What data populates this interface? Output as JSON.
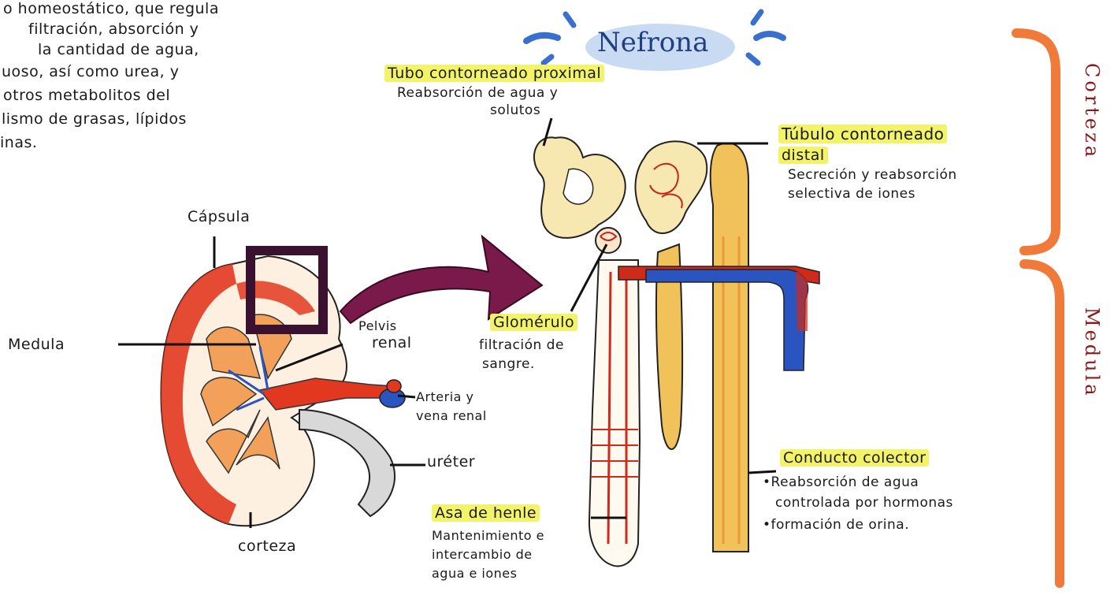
{
  "intro_text": {
    "line1": "o homeostático, que regula",
    "line2": "filtración, absorción y",
    "line3": "la cantidad de agua,",
    "line4": "uoso, así como urea, y",
    "line5": "otros metabolitos del",
    "line6": "lismo de grasas, lípidos",
    "line7": "inas."
  },
  "title": "Nefrona",
  "kidney": {
    "capsula": "Cápsula",
    "medula": "Medula",
    "pelvis_1": "Pelvis",
    "pelvis_2": "renal",
    "arteria_1": "Arteria y",
    "arteria_2": "vena renal",
    "ureter": "uréter",
    "corteza": "corteza"
  },
  "nephron": {
    "proximal_title": "Tubo contorneado proximal",
    "proximal_desc_1": "Reabsorción de agua y",
    "proximal_desc_2": "solutos",
    "distal_title_1": "Túbulo contorneado",
    "distal_title_2": "distal",
    "distal_desc_1": "Secreción y reabsorción",
    "distal_desc_2": "selectiva de iones",
    "glomerulo_title": "Glomérulo",
    "glomerulo_desc_1": "filtración de",
    "glomerulo_desc_2": "sangre.",
    "colector_title": "Conducto colector",
    "colector_desc_1": "•Reabsorción de agua",
    "colector_desc_2": "controlada por hormonas",
    "colector_desc_3": "•formación de orina.",
    "henle_title": "Asa de henle",
    "henle_desc_1": "Mantenimiento e",
    "henle_desc_2": "intercambio de",
    "henle_desc_3": "agua e iones"
  },
  "side_labels": {
    "corteza": "Corteza",
    "medula": "Medula"
  },
  "colors": {
    "highlight": "#f3f36a",
    "bracket": "#f07a3a",
    "title": "#1f3f80",
    "arrow": "#7a1a4a"
  }
}
